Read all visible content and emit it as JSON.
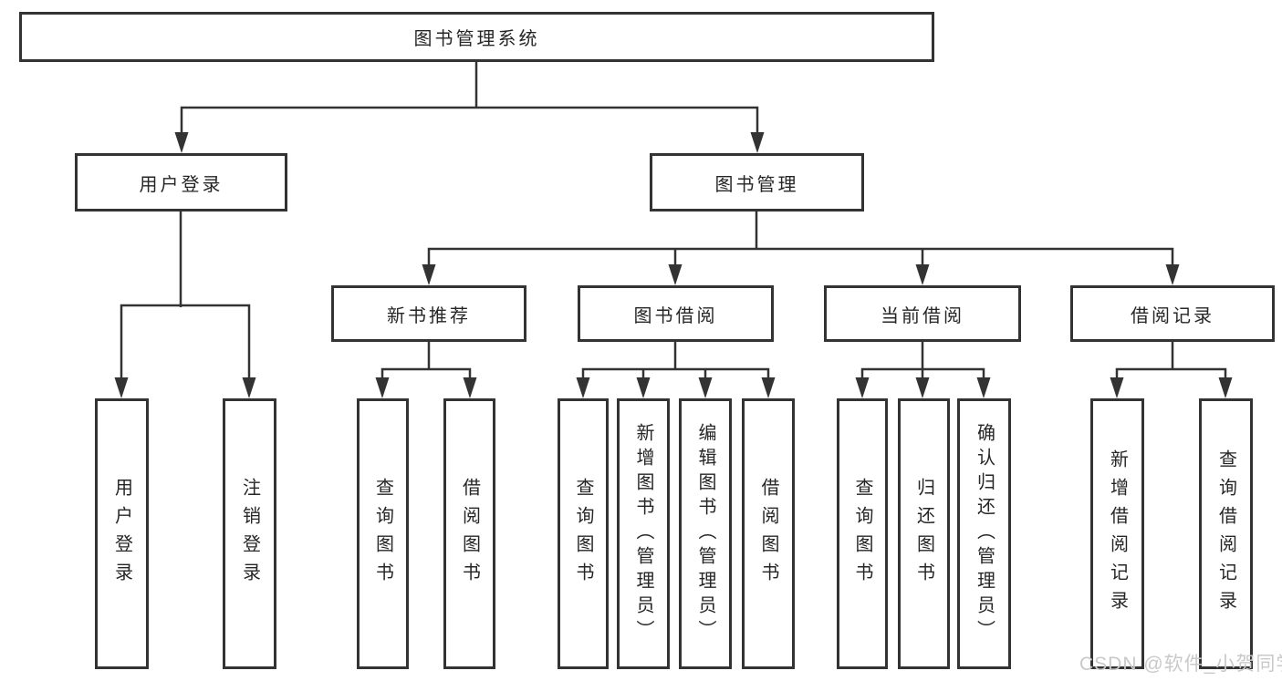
{
  "diagram": {
    "title": "图书管理系统",
    "branches": {
      "user_login": {
        "label": "用户登录",
        "children": [
          {
            "label": "用户登录"
          },
          {
            "label": "注销登录"
          }
        ]
      },
      "book_management": {
        "label": "图书管理",
        "sections": [
          {
            "label": "新书推荐",
            "children": [
              {
                "label": "查询图书"
              },
              {
                "label": "借阅图书"
              }
            ]
          },
          {
            "label": "图书借阅",
            "children": [
              {
                "label": "查询图书"
              },
              {
                "label": "新增图书（管理员）"
              },
              {
                "label": "编辑图书（管理员）"
              },
              {
                "label": "借阅图书"
              }
            ]
          },
          {
            "label": "当前借阅",
            "children": [
              {
                "label": "查询图书"
              },
              {
                "label": "归还图书"
              },
              {
                "label": "确认归还（管理员）"
              }
            ]
          },
          {
            "label": "借阅记录",
            "children": [
              {
                "label": "新增借阅记录"
              },
              {
                "label": "查询借阅记录"
              }
            ]
          }
        ]
      }
    },
    "watermark": "CSDN @软件_小贺同学",
    "colors": {
      "line": "#333333",
      "text": "#262626",
      "watermark": "#c9c9c9",
      "background": "#ffffff"
    }
  }
}
